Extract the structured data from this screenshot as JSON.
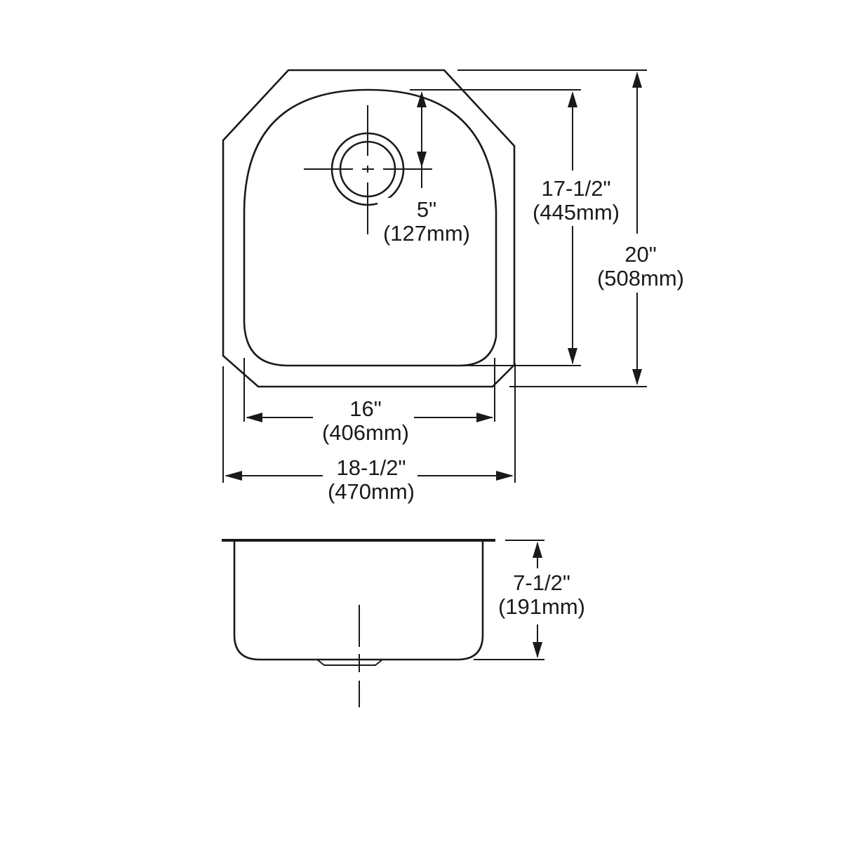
{
  "drawing": {
    "title": "Undermount D-shaped single bowl sink dimensions",
    "colors": {
      "line": "#1a1a1a",
      "background": "#ffffff"
    },
    "top_view": {
      "drain_offset": {
        "imperial": "5\"",
        "metric": "(127mm)"
      },
      "bowl_length": {
        "imperial": "17-1/2\"",
        "metric": "(445mm)"
      },
      "overall_length": {
        "imperial": "20\"",
        "metric": "(508mm)"
      },
      "bowl_width": {
        "imperial": "16\"",
        "metric": "(406mm)"
      },
      "overall_width": {
        "imperial": "18-1/2\"",
        "metric": "(470mm)"
      }
    },
    "side_view": {
      "bowl_depth": {
        "imperial": "7-1/2\"",
        "metric": "(191mm)"
      }
    }
  }
}
